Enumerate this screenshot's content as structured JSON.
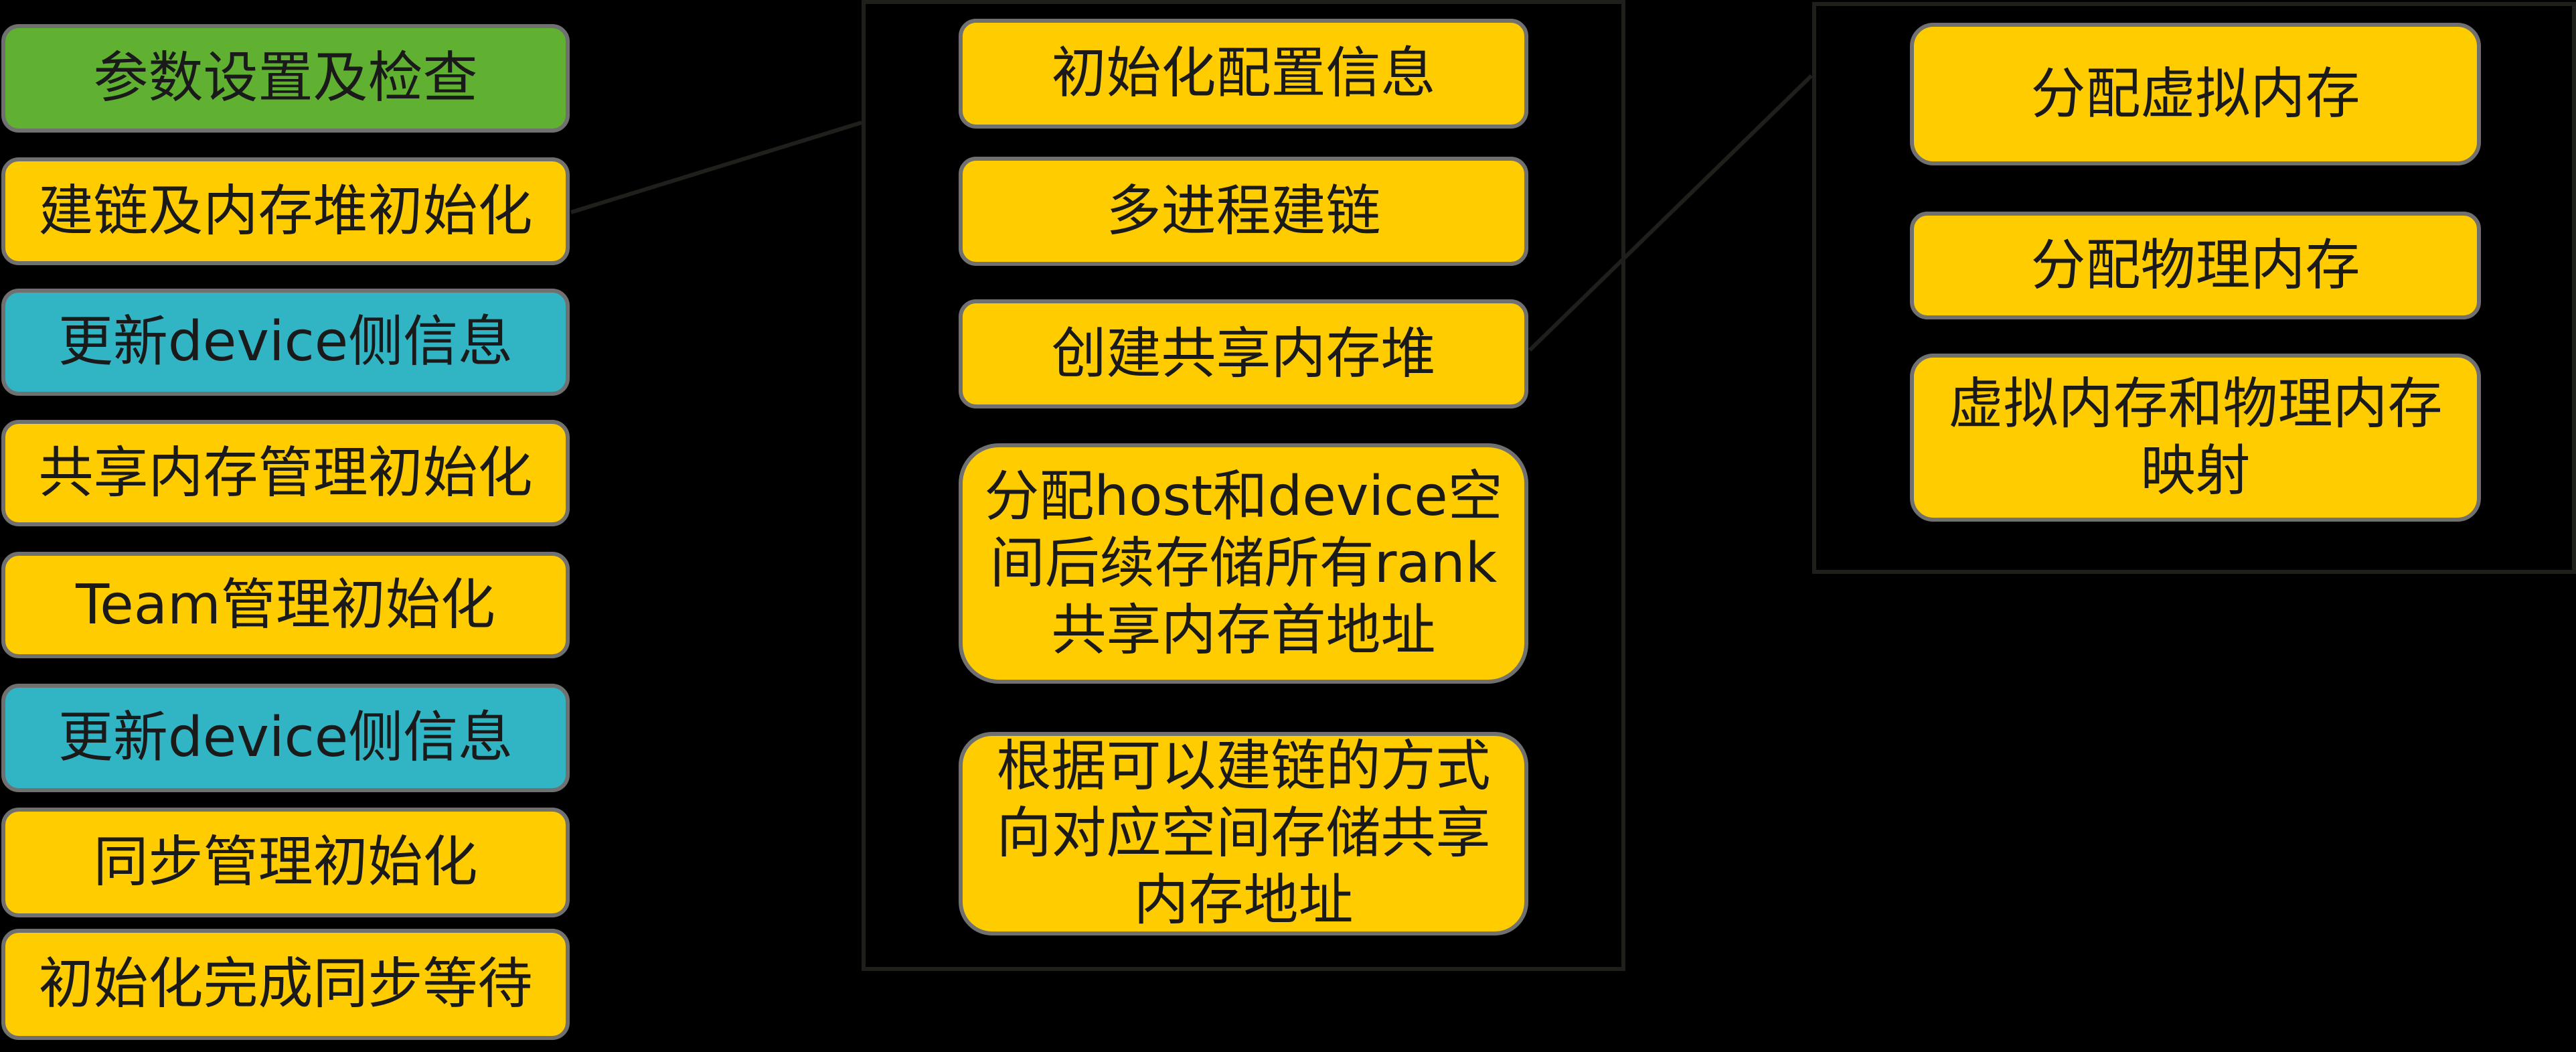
{
  "colors": {
    "background": "#000000",
    "step_default": "#FFCC00",
    "step_setup": "#60B032",
    "step_device_update": "#31B5C5",
    "box_border": "#707070",
    "container_border": "#1f1f1c",
    "text": "#1a1a1a"
  },
  "main_steps": [
    {
      "label": "参数设置及检查",
      "color": "#60B032"
    },
    {
      "label": "建链及内存堆初始化",
      "color": "#FFCC00"
    },
    {
      "label": "更新device侧信息",
      "color": "#31B5C5"
    },
    {
      "label": "共享内存管理初始化",
      "color": "#FFCC00"
    },
    {
      "label": "Team管理初始化",
      "color": "#FFCC00"
    },
    {
      "label": "更新device侧信息",
      "color": "#31B5C5"
    },
    {
      "label": "同步管理初始化",
      "color": "#FFCC00"
    },
    {
      "label": "初始化完成同步等待",
      "color": "#FFCC00"
    }
  ],
  "heap_init_substeps": [
    {
      "lines": [
        "初始化配置信息"
      ],
      "color": "#FFCC00"
    },
    {
      "lines": [
        "多进程建链"
      ],
      "color": "#FFCC00"
    },
    {
      "lines": [
        "创建共享内存堆"
      ],
      "color": "#FFCC00"
    },
    {
      "lines": [
        "分配host和device空",
        "间后续存储所有rank",
        "共享内存首地址"
      ],
      "color": "#FFCC00"
    },
    {
      "lines": [
        "根据可以建链的方式",
        "向对应空间存储共享",
        "内存地址"
      ],
      "color": "#FFCC00"
    }
  ],
  "shared_heap_substeps": [
    {
      "lines": [
        "分配虚拟内存"
      ],
      "color": "#FFCC00"
    },
    {
      "lines": [
        "分配物理内存"
      ],
      "color": "#FFCC00"
    },
    {
      "lines": [
        "虚拟内存和物理内存",
        "映射"
      ],
      "color": "#FFCC00"
    }
  ]
}
